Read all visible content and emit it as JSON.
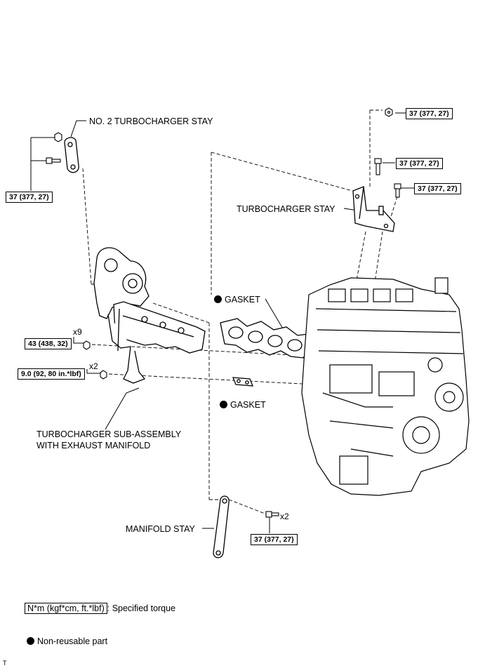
{
  "labels": {
    "no2_stay": "NO. 2 TURBOCHARGER STAY",
    "stay": "TURBOCHARGER STAY",
    "gasket_upper": "GASKET",
    "gasket_lower": "GASKET",
    "turbo_line1": "TURBOCHARGER SUB-ASSEMBLY",
    "turbo_line2": "WITH EXHAUST MANIFOLD",
    "manifold_stay": "MANIFOLD STAY"
  },
  "torques": {
    "t1": "37 (377, 27)",
    "t2": "37 (377, 27)",
    "t3": "37 (377, 27)",
    "t4": "37 (377, 27)",
    "t5": "43 (438, 32)",
    "t6": "9.0 (92, 80 in.*lbf)",
    "t7": "37 (377, 27)"
  },
  "quantities": {
    "q1": "x9",
    "q2": "x2",
    "q3": "x2"
  },
  "legend": {
    "torque_box": "N*m (kgf*cm, ft.*lbf)",
    "torque_desc": ": Specified torque",
    "nonreusable": "Non-reusable part"
  },
  "footer_mark": "T"
}
